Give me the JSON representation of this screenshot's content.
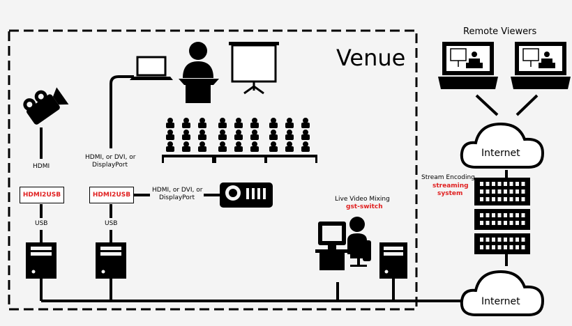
{
  "venue_title": "Venue",
  "remote_viewers": "Remote Viewers",
  "internet_top": "Internet",
  "internet_bottom": "Internet",
  "stream": {
    "label": "Stream Encoding",
    "name1": "streaming",
    "name2": "system"
  },
  "mixing": {
    "label": "Live Video Mixing",
    "name": "gst-switch"
  },
  "left_chain": {
    "input": "HDMI",
    "box": "HDMI2USB",
    "output": "USB"
  },
  "mid_chain": {
    "input_line1": "HDMI, or DVI, or",
    "input_line2": "DisplayPort",
    "box": "HDMI2USB",
    "output": "USB"
  },
  "projector_link": {
    "line1": "HDMI, or DVI, or",
    "line2": "DisplayPort"
  },
  "colors": {
    "accent": "#e02020",
    "ink": "#000000",
    "background": "#f4f4f4"
  }
}
